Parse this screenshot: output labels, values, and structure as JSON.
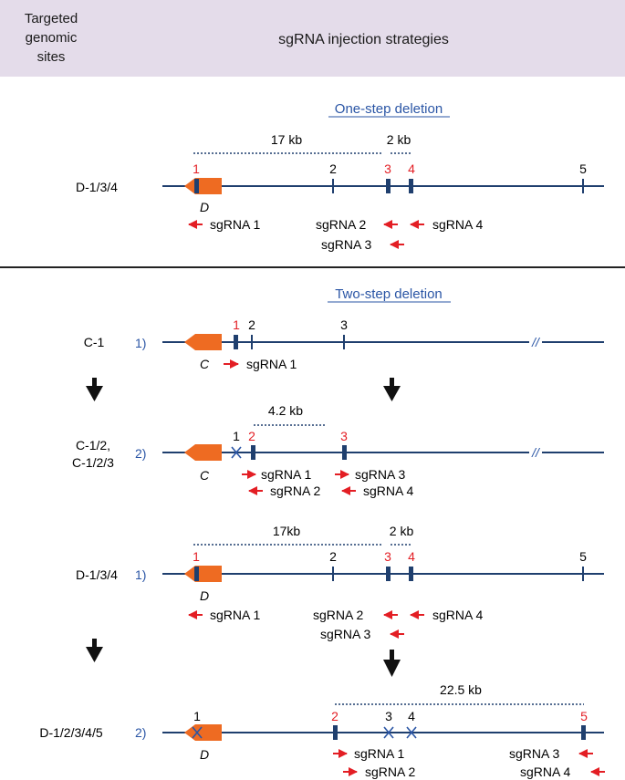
{
  "header": {
    "left": "Targeted\ngenomic\nsites",
    "right": "sgRNA injection strategies"
  },
  "colors": {
    "line": "#1f3f6e",
    "exon": "#ee6b22",
    "red": "#e31e24",
    "header_bg": "#e4dcea",
    "link": "#2a55a5"
  },
  "one_step": {
    "title": "One-step deletion",
    "site": "D-1/3/4",
    "dist_a": "17 kb",
    "dist_b": "2 kb",
    "gene": "D",
    "nums": [
      "1",
      "2",
      "3",
      "4",
      "5"
    ],
    "sg": [
      "sgRNA 1",
      "sgRNA 2",
      "sgRNA 3",
      "sgRNA 4"
    ]
  },
  "two_step": {
    "title": "Two-step deletion",
    "c_site1": "C-1",
    "c_site2a": "C-1/2,",
    "c_site2b": "C-1/2/3",
    "step1": "1)",
    "step2": "2)",
    "c_gene": "C",
    "c1_nums": [
      "1",
      "2",
      "3"
    ],
    "c1_sg": "sgRNA 1",
    "c2_dist": "4.2 kb",
    "c2_nums": [
      "1",
      "2",
      "3"
    ],
    "c2_sg": [
      "sgRNA 1",
      "sgRNA 2",
      "sgRNA 3",
      "sgRNA 4"
    ],
    "d_site1": "D-1/3/4",
    "d1_dist_a": "17kb",
    "d1_dist_b": "2 kb",
    "d_gene": "D",
    "d1_nums": [
      "1",
      "2",
      "3",
      "4",
      "5"
    ],
    "d1_sg": [
      "sgRNA 1",
      "sgRNA 2",
      "sgRNA 3",
      "sgRNA 4"
    ],
    "d_site2": "D-1/2/3/4/5",
    "d2_dist": "22.5 kb",
    "d2_nums": [
      "1",
      "2",
      "3",
      "4",
      "5"
    ],
    "d2_sg": [
      "sgRNA 1",
      "sgRNA 2",
      "sgRNA 3",
      "sgRNA 4"
    ]
  }
}
